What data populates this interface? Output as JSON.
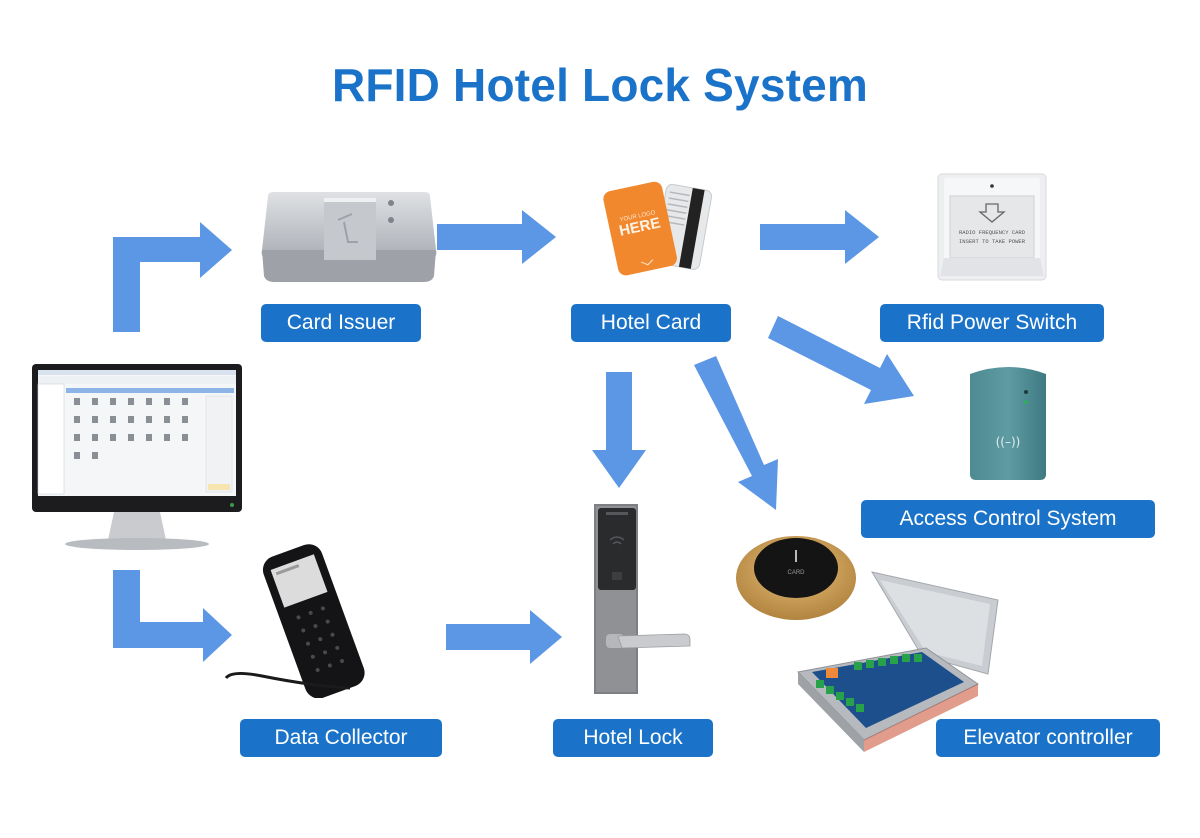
{
  "title": "RFID Hotel Lock System",
  "colors": {
    "title": "#1a73c8",
    "label_bg": "#1a73c8",
    "label_text": "#ffffff",
    "arrow": "#5b97e4"
  },
  "nodes": [
    {
      "id": "card-issuer",
      "label": "Card Issuer",
      "icon": "card-issuer-device"
    },
    {
      "id": "hotel-card",
      "label": "Hotel Card",
      "icon": "rfid-card-stack"
    },
    {
      "id": "power-switch",
      "label": "Rfid Power Switch",
      "icon": "wall-power-switch"
    },
    {
      "id": "access-control",
      "label": "Access Control System",
      "icon": "rfid-reader"
    },
    {
      "id": "data-collector",
      "label": "Data Collector",
      "icon": "handheld-terminal"
    },
    {
      "id": "hotel-lock",
      "label": "Hotel Lock",
      "icon": "door-lock"
    },
    {
      "id": "elevator-controller",
      "label": "Elevator controller",
      "icon": "controller-box"
    },
    {
      "id": "management-pc",
      "label": "",
      "icon": "computer-monitor"
    }
  ],
  "device_text": {
    "card_text_small": "YOUR LOGO",
    "card_text_big": "HERE",
    "switch_line1": "RADIO FREQUENCY CARD",
    "switch_line2": "INSERT TO TAKE POWER",
    "reader_symbol": "((–))",
    "puck_text": "CARD"
  },
  "edges": [
    {
      "from": "management-pc",
      "to": "card-issuer"
    },
    {
      "from": "card-issuer",
      "to": "hotel-card"
    },
    {
      "from": "hotel-card",
      "to": "power-switch"
    },
    {
      "from": "hotel-card",
      "to": "access-control"
    },
    {
      "from": "hotel-card",
      "to": "hotel-lock"
    },
    {
      "from": "hotel-card",
      "to": "elevator-controller"
    },
    {
      "from": "management-pc",
      "to": "data-collector"
    },
    {
      "from": "data-collector",
      "to": "hotel-lock"
    }
  ]
}
